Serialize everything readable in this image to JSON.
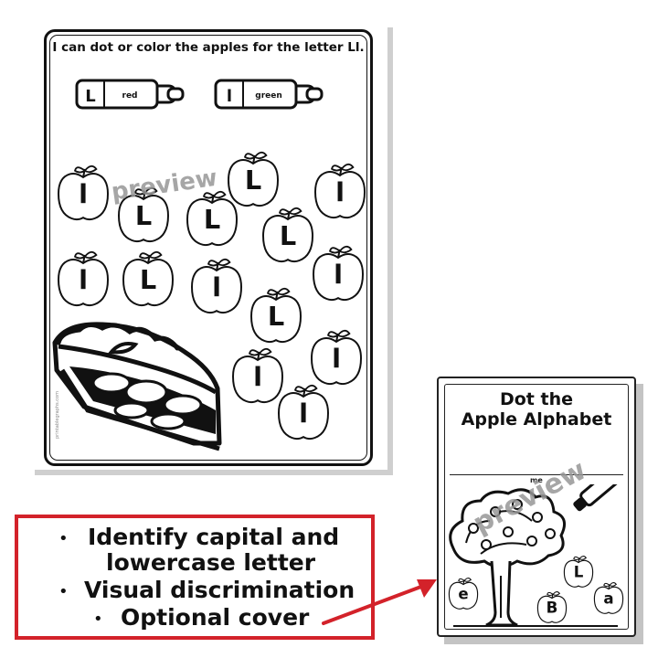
{
  "worksheet": {
    "title": "I can dot or color the apples for the letter Ll.",
    "key": [
      {
        "letter": "L",
        "color_word": "red"
      },
      {
        "letter": "l",
        "color_word": "green"
      }
    ],
    "apples": [
      "l",
      "L",
      "L",
      "L",
      "L",
      "l",
      "l",
      "L",
      "l",
      "L",
      "l",
      "l",
      "l",
      "l"
    ],
    "watermark": "preview",
    "side_credit": "printablegraphs.com"
  },
  "cover": {
    "title_line1": "Dot the",
    "title_line2": "Apple Alphabet",
    "name_label": "me",
    "watermark": "preview",
    "apple_letters": [
      "L",
      "e",
      "B",
      "a"
    ]
  },
  "features": {
    "items": [
      "Identify capital and",
      "lowercase letter",
      "Visual discrimination",
      "Optional cover"
    ],
    "bullet": "•",
    "accent_color": "#d3222a"
  }
}
